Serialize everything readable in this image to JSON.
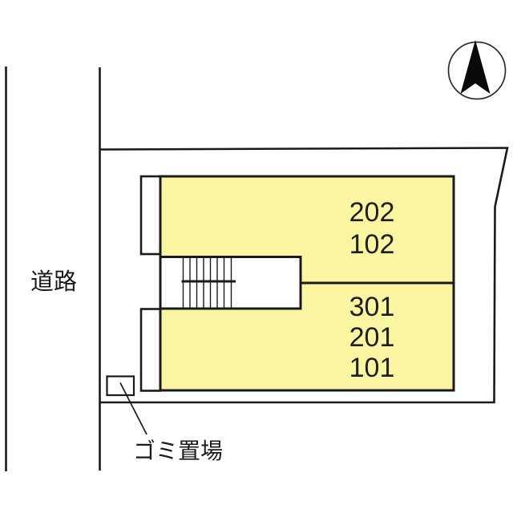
{
  "diagram": {
    "type": "site-plan",
    "colors": {
      "room_fill": "#FAF5A0",
      "line": "#1A1A1A",
      "background": "#FFFFFF"
    },
    "road": {
      "label": "道路"
    },
    "building": {
      "upper_block": {
        "units": [
          "202",
          "102"
        ]
      },
      "lower_block": {
        "units": [
          "301",
          "201",
          "101"
        ]
      }
    },
    "garbage": {
      "label": "ゴミ置場"
    },
    "compass": {
      "icon": "north-arrow"
    }
  }
}
